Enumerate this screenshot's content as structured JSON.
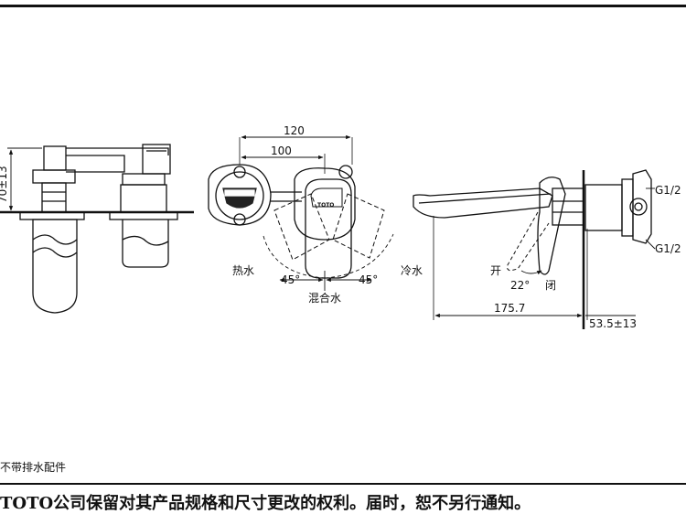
{
  "side_view": {
    "height_dim": "70±13"
  },
  "front_view": {
    "dim_outer": "120",
    "dim_inner": "100",
    "label_left": "热水",
    "label_right": "冷水",
    "label_bottom": "混合水",
    "angle_left": "45°",
    "angle_right": "45°",
    "logo_text": "TOTO"
  },
  "profile_view": {
    "label_thread_top": "G1/2",
    "label_thread_bottom": "G1/2",
    "label_open": "开",
    "label_close": "闭",
    "angle": "22°",
    "dim_spout": "175.7",
    "dim_depth": "53.5±13"
  },
  "note": "不带排水配件",
  "footer": {
    "brand": "TOTO",
    "text": "公司保留对其产品规格和尺寸更改的权利。届时，恕不另行通知。"
  }
}
